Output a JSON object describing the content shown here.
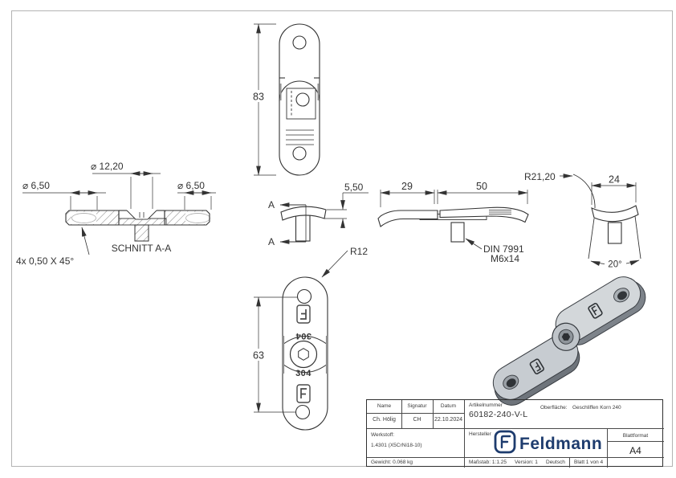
{
  "views": {
    "top": {
      "height": "83"
    },
    "section": {
      "title": "SCHNITT A-A",
      "dia_left": "⌀ 6,50",
      "dia_mid": "⌀ 12,20",
      "dia_right": "⌀ 6,50",
      "chamfer": "4x 0,50 X 45°"
    },
    "profile": {
      "thickness": "5,50",
      "cut": "A",
      "len_left": "29",
      "len_right": "50",
      "screw1": "DIN 7991",
      "screw2": "M6x14"
    },
    "front": {
      "radius": "R21,20",
      "width": "24",
      "angle": "20°"
    },
    "bottom": {
      "hole_dist": "63",
      "radius": "R12",
      "stamp": "304"
    }
  },
  "titleblock": {
    "name_label": "Name",
    "signatur_label": "Signatur",
    "datum_label": "Datum",
    "name": "Ch. Hölig",
    "signatur": "CH",
    "datum": "22.10.2024",
    "artikelnummer_label": "Artikelnummer",
    "artikelnummer": "60182-240-V-L",
    "oberflaeche_label": "Oberfläche:",
    "oberflaeche": "Geschliffen Korn 240",
    "werkstoff_label": "Werkstoff:",
    "werkstoff": "1.4301 (X5CrNi18-10)",
    "hersteller_label": "Hersteller",
    "hersteller": "Feldmann",
    "blattformat_label": "Blattformat",
    "blattformat": "A4",
    "gewicht": "Gewicht: 0.068 kg",
    "massstab": "Maßstab: 1:1.25",
    "version": "Version: 1",
    "sprache": "Deutsch",
    "blatt": "Blatt 1 von 4"
  },
  "colors": {
    "line": "#333333",
    "logo_blue": "#1e3c6e",
    "metal_light": "#d3d7da",
    "metal_dark": "#6e747b"
  }
}
